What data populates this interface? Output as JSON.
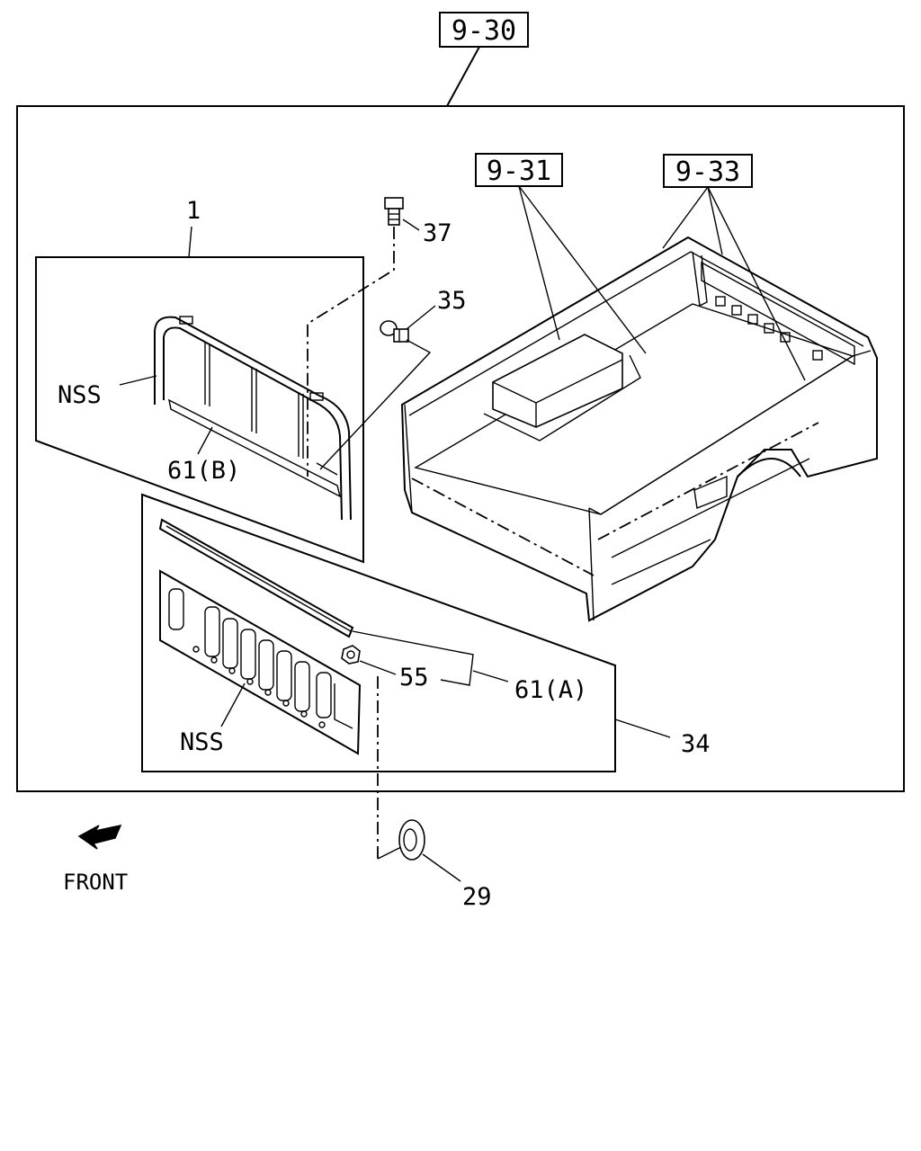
{
  "refs": {
    "main": "9-30",
    "ref_a": "9-31",
    "ref_b": "9-33"
  },
  "parts": {
    "p1": "1",
    "p37": "37",
    "p35": "35",
    "nss_top": "NSS",
    "p61b": "61(B)",
    "p55": "55",
    "p61a": "61(A)",
    "nss_bottom": "NSS",
    "p34": "34",
    "p29": "29"
  },
  "direction": {
    "label": "FRONT",
    "icon": "front-arrow-icon"
  }
}
